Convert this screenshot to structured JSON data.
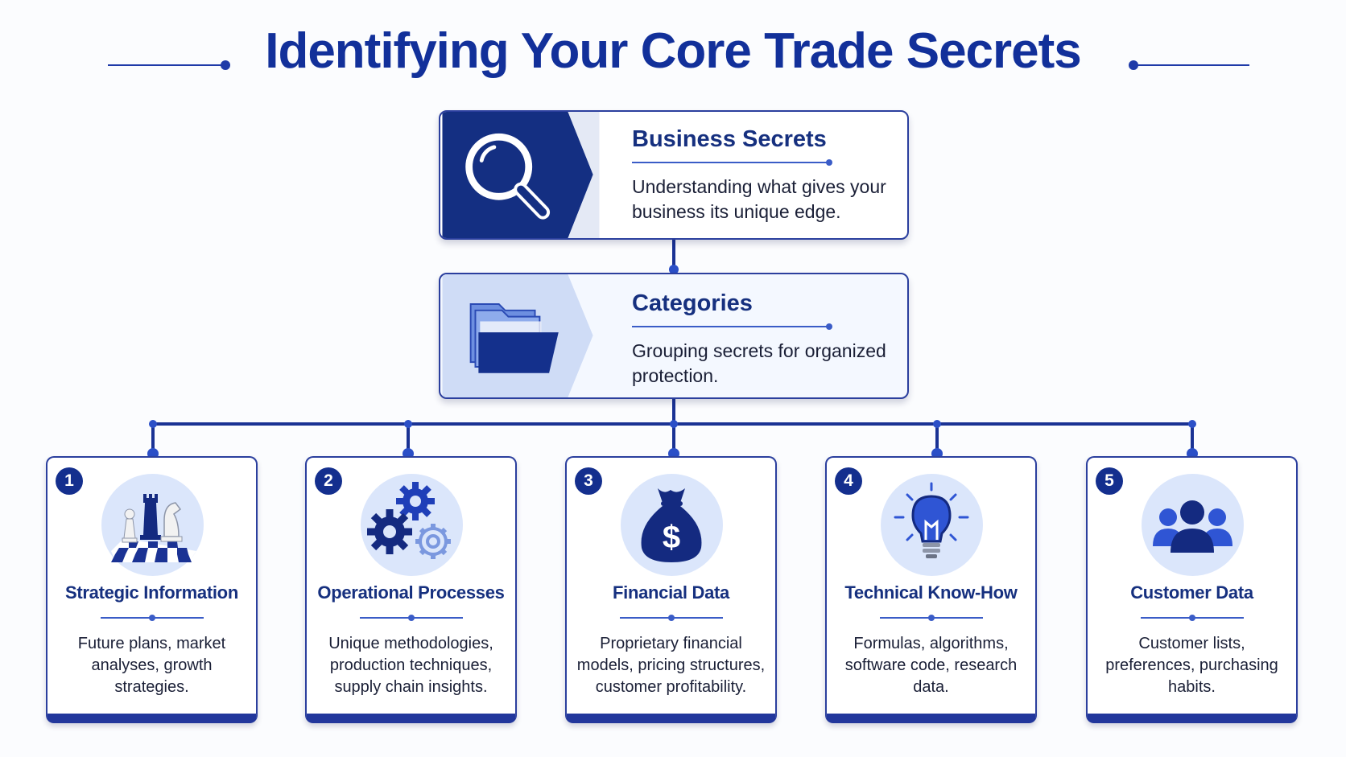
{
  "title": "Identifying Your Core Trade Secrets",
  "colors": {
    "primary": "#12309a",
    "accent": "#3a5cc7",
    "light": "#dbe6fb"
  },
  "top_card": {
    "title": "Business Secrets",
    "description": "Understanding what gives your business its unique edge.",
    "icon": "magnifying-glass-icon"
  },
  "mid_card": {
    "title": "Categories",
    "description": "Grouping secrets for organized protection.",
    "icon": "folder-icon"
  },
  "categories": [
    {
      "number": "1",
      "title": "Strategic Information",
      "description": "Future plans, market analyses, growth strategies.",
      "icon": "chess-icon"
    },
    {
      "number": "2",
      "title": "Operational Processes",
      "description": "Unique methodologies, production techniques, supply chain insights.",
      "icon": "gears-icon"
    },
    {
      "number": "3",
      "title": "Financial Data",
      "description": "Proprietary financial models, pricing structures, customer profitability.",
      "icon": "money-bag-icon"
    },
    {
      "number": "4",
      "title": "Technical Know-How",
      "description": "Formulas, algorithms, software code, research data.",
      "icon": "lightbulb-icon"
    },
    {
      "number": "5",
      "title": "Customer Data",
      "description": "Customer lists, preferences, purchasing habits.",
      "icon": "people-icon"
    }
  ]
}
